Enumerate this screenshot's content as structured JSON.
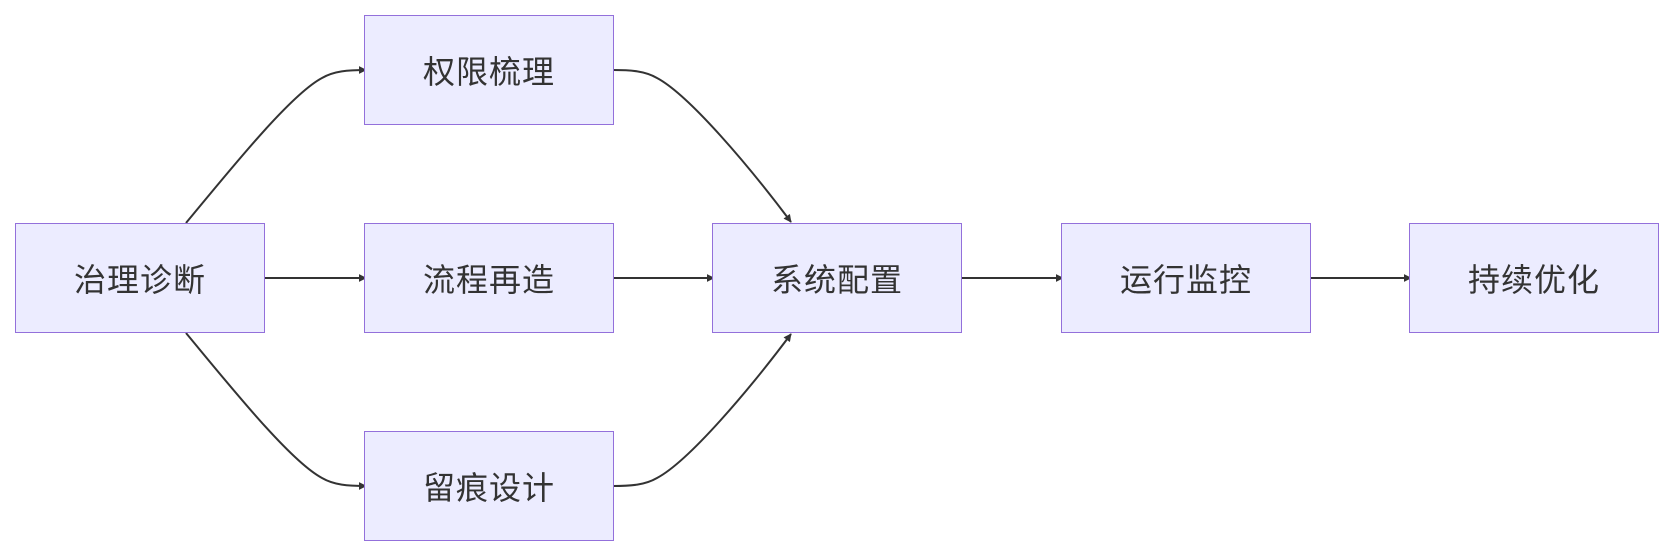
{
  "diagram": {
    "type": "flowchart",
    "direction": "left-to-right",
    "colors": {
      "node_fill": "#ececff",
      "node_border": "#9370db",
      "text": "#333333",
      "edge": "#333333"
    },
    "nodes": {
      "diagnose": "治理诊断",
      "permissions": "权限梳理",
      "process": "流程再造",
      "trace": "留痕设计",
      "config": "系统配置",
      "monitor": "运行监控",
      "optimize": "持续优化"
    },
    "edges": [
      {
        "from": "diagnose",
        "to": "permissions"
      },
      {
        "from": "diagnose",
        "to": "process"
      },
      {
        "from": "diagnose",
        "to": "trace"
      },
      {
        "from": "permissions",
        "to": "config"
      },
      {
        "from": "process",
        "to": "config"
      },
      {
        "from": "trace",
        "to": "config"
      },
      {
        "from": "config",
        "to": "monitor"
      },
      {
        "from": "monitor",
        "to": "optimize"
      }
    ]
  }
}
